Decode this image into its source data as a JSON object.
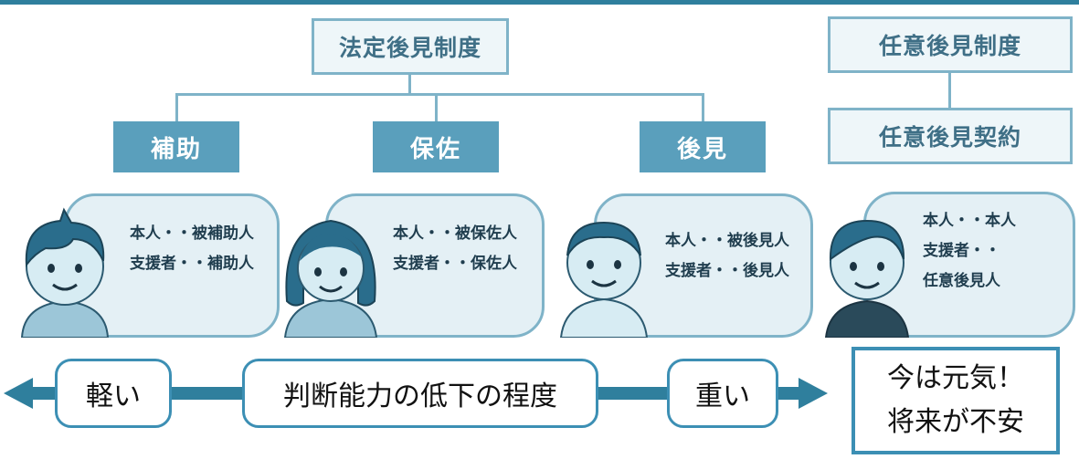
{
  "statutory": {
    "title": "法定後見制度",
    "types": [
      {
        "label": "補助",
        "line1": "本人・・被補助人",
        "line2": "支援者・・補助人"
      },
      {
        "label": "保佐",
        "line1": "本人・・被保佐人",
        "line2": "支援者・・保佐人"
      },
      {
        "label": "後見",
        "line1": "本人・・被後見人",
        "line2": "支援者・・後見人"
      }
    ]
  },
  "voluntary": {
    "title": "任意後見制度",
    "contract": "任意後見契約",
    "line1": "本人・・本人",
    "line2": "支援者・・",
    "line3": "任意後見人"
  },
  "scale": {
    "light": "軽い",
    "center": "判断能力の低下の程度",
    "heavy": "重い"
  },
  "note": {
    "line1": "今は元気！",
    "line2": "将来が不安"
  },
  "colors": {
    "accent": "#3c8fb4",
    "box_fill": "#5a9fbc",
    "outline": "#7fb3c8",
    "bubble_fill": "#e4f0f5"
  },
  "icons": [
    "boy-avatar-icon",
    "girl-avatar-icon",
    "elder-avatar-icon",
    "man-avatar-icon",
    "arrow-left-icon",
    "arrow-right-icon"
  ]
}
